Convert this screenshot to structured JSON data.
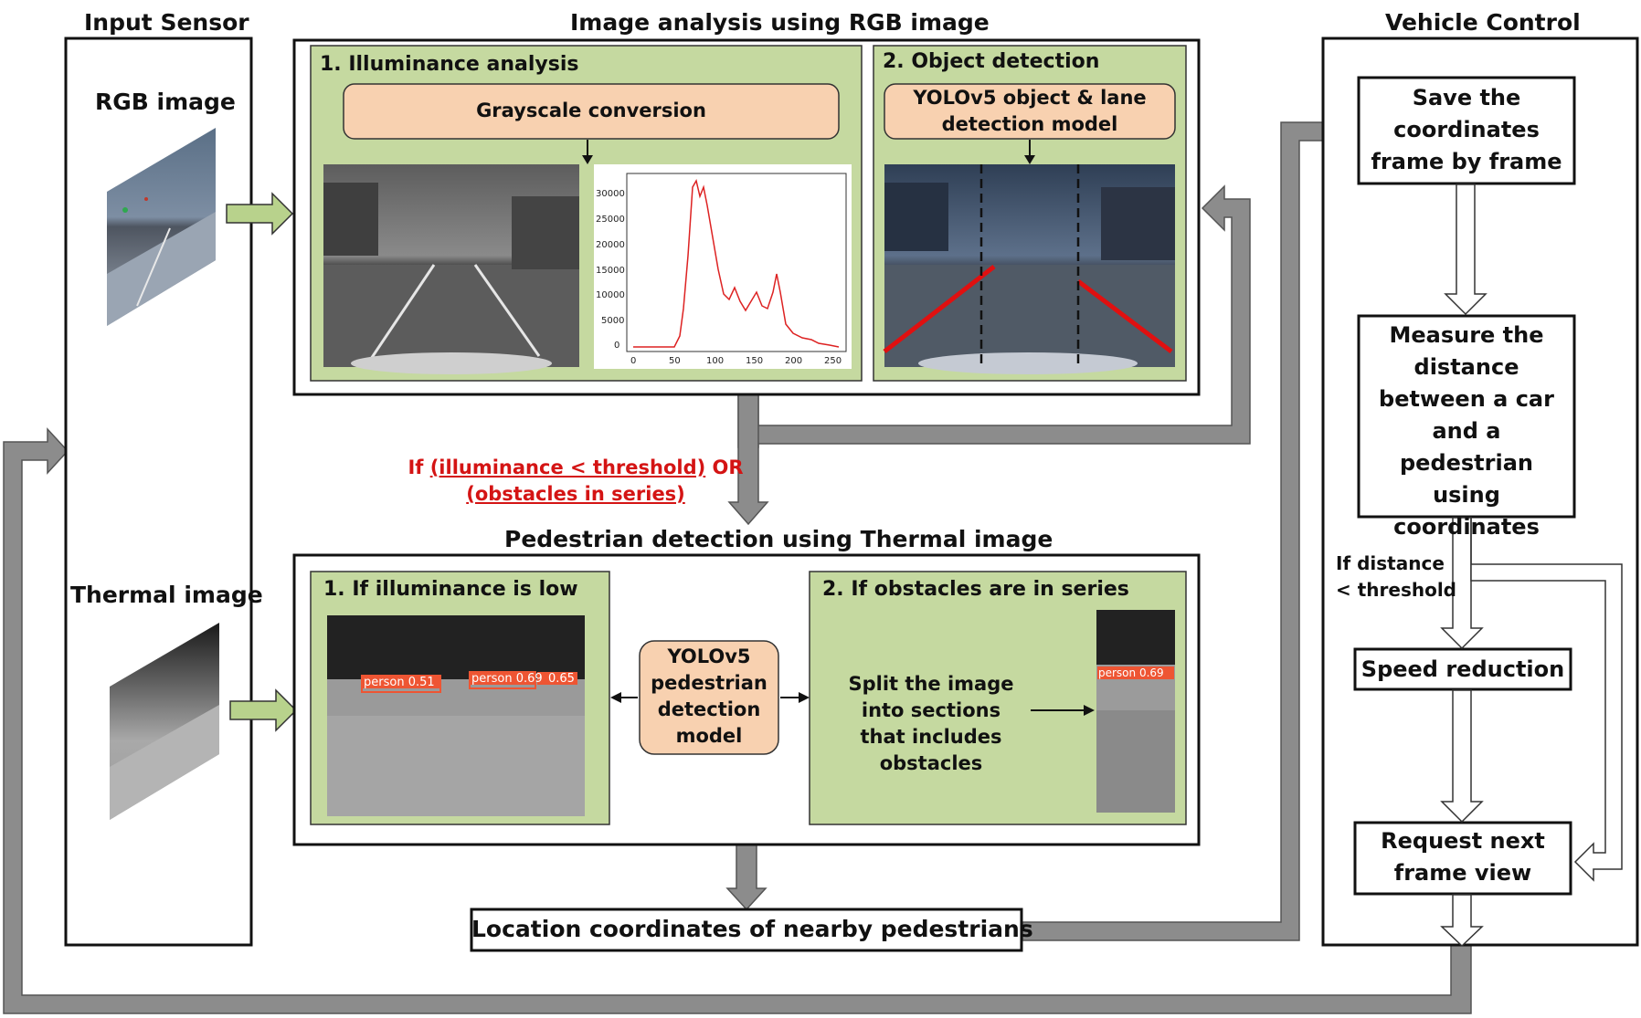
{
  "sections": {
    "input_sensor": "Input Sensor",
    "rgb_analysis": "Image analysis using RGB image",
    "vehicle_control": "Vehicle Control",
    "thermal_detection": "Pedestrian detection using Thermal image"
  },
  "input": {
    "rgb_label": "RGB image",
    "thermal_label": "Thermal image"
  },
  "rgb_panels": {
    "illuminance_title": "1. Illuminance analysis",
    "grayscale_box": "Grayscale conversion",
    "object_title": "2. Object detection",
    "yolo_box": "YOLOv5 object & lane detection model"
  },
  "histogram": {
    "y_ticks": [
      "0",
      "5000",
      "10000",
      "15000",
      "20000",
      "25000",
      "30000"
    ],
    "x_ticks": [
      "0",
      "50",
      "100",
      "150",
      "200",
      "250"
    ]
  },
  "condition": {
    "if": "If",
    "illuminance": "(illuminance < threshold)",
    "or": "OR",
    "obstacles": "(obstacles in series)"
  },
  "thermal_panels": {
    "low_title": "1. If illuminance is low",
    "series_title": "2. If obstacles are in series",
    "model_box": "YOLOv5 pedestrian detection model",
    "split_text": "Split the image into sections that includes obstacles",
    "det1": "person 0.51",
    "det2": "person 0.69",
    "det3": "0.65",
    "det4": "person 0.69"
  },
  "output": {
    "coords": "Location coordinates of nearby pedestrians"
  },
  "control": {
    "save": "Save the coordinates frame by frame",
    "measure": "Measure the distance between a car and a pedestrian using coordinates",
    "if_distance": "If distance < threshold",
    "speed": "Speed reduction",
    "request": "Request next frame view"
  },
  "colors": {
    "panel_green": "#c5d9a0",
    "box_orange": "#f8d1b0",
    "arrow_gray": "#8c8c8c",
    "condition_red": "#d41414",
    "lane_red": "#e01010"
  }
}
